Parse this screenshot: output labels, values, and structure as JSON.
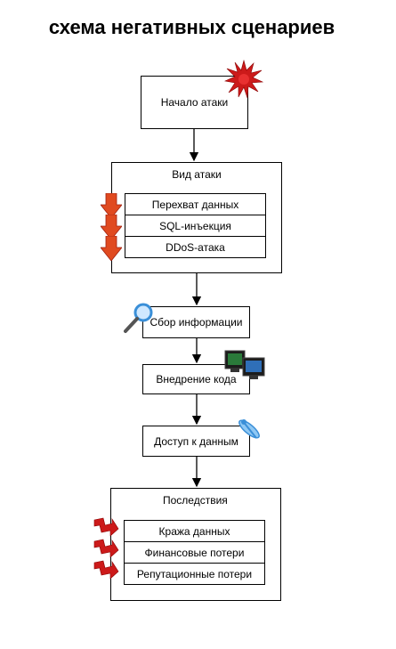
{
  "title": "схема негативных сценариев",
  "nodes": {
    "start": "Начало атаки",
    "attack_type": {
      "label": "Вид атаки",
      "items": [
        "Перехват данных",
        "SQL-инъекция",
        "DDoS-атака"
      ]
    },
    "collect": "Сбор информации",
    "inject": "Внедрение кода",
    "access": "Доступ к данным",
    "consequences": {
      "label": "Последствия",
      "items": [
        "Кража данных",
        "Финансовые потери",
        "Репутационные потери"
      ]
    }
  },
  "icons": {
    "start": "red-burst-icon",
    "attack_items": "red-down-arrow-icon",
    "collect": "magnifier-icon",
    "inject": "computer-monitors-icon",
    "access": "blue-satellite-icon",
    "consequence_items": "red-zigzag-arrow-icon"
  },
  "colors": {
    "accent_red": "#d42020",
    "accent_blue": "#3a8fd8"
  }
}
